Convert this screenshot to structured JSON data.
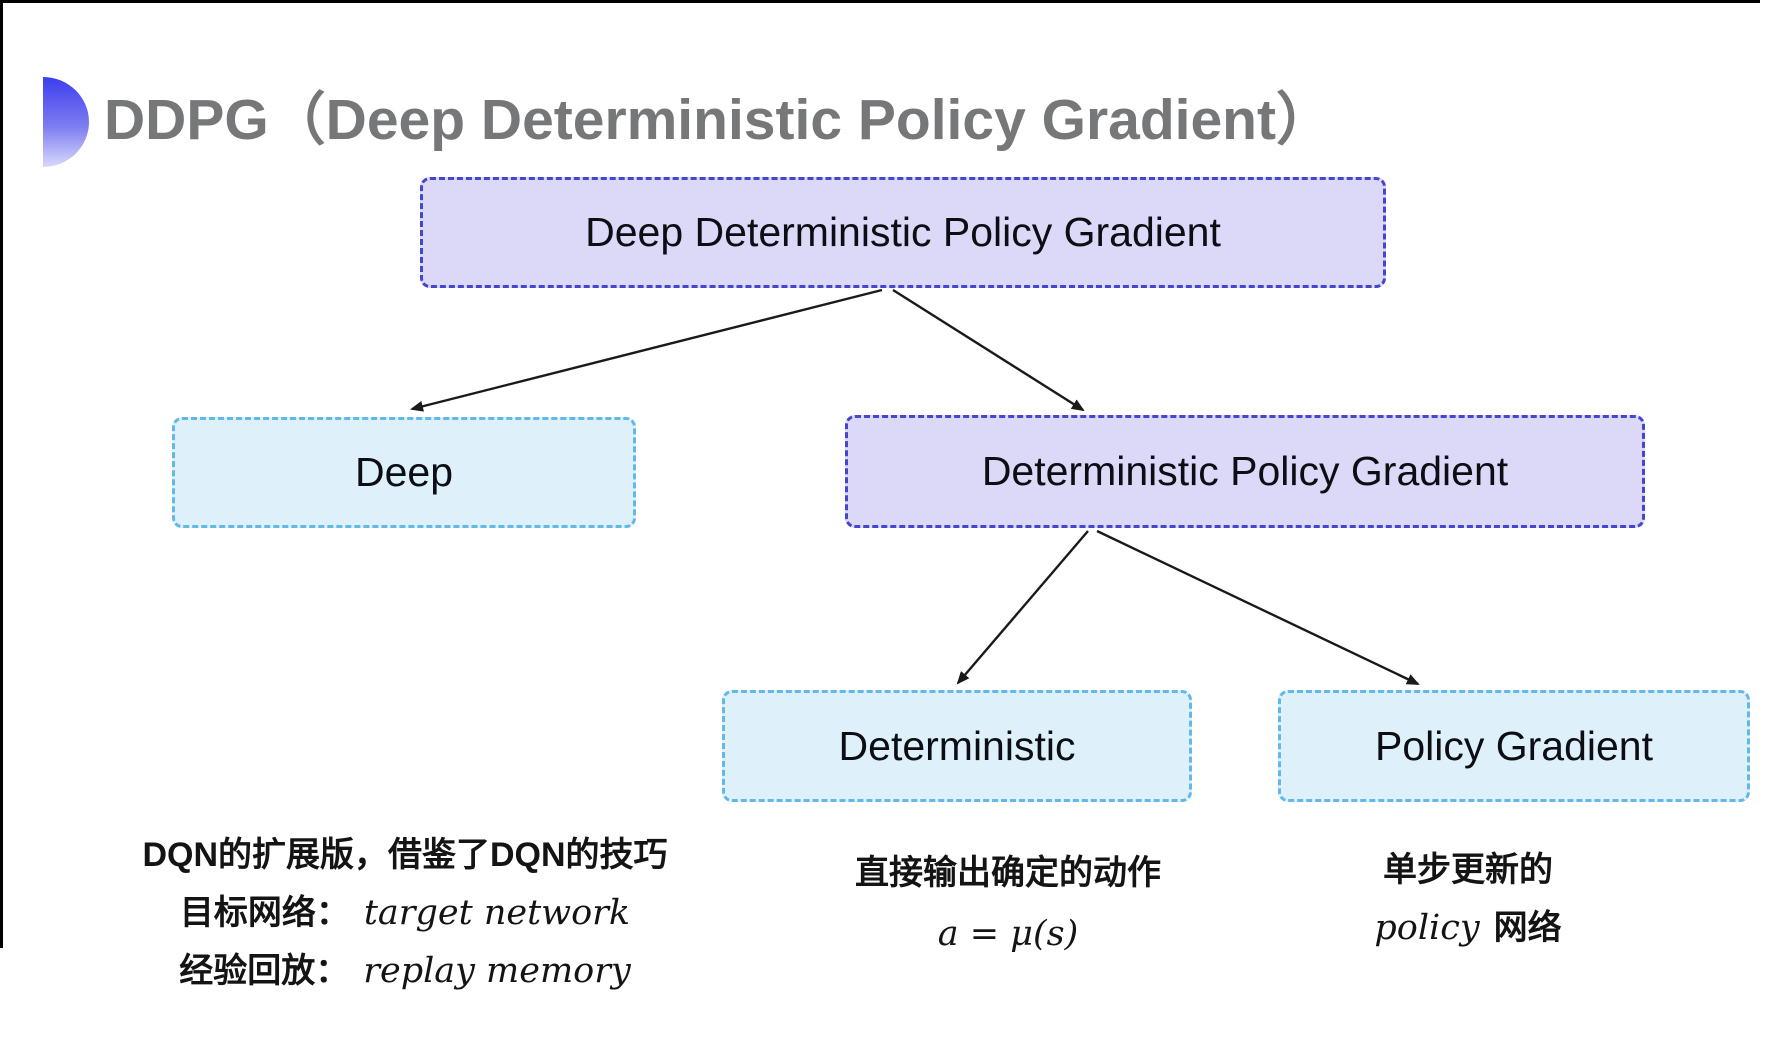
{
  "title": {
    "text": "DDPG（Deep Deterministic Policy Gradient）",
    "color": "#767779"
  },
  "bullet_icon": {
    "name": "gradient-half-circle",
    "color_top": "#3d3dee",
    "color_bottom": "#d9d9fb"
  },
  "diagram": {
    "nodes": [
      {
        "id": "root",
        "label": "Deep Deterministic Policy Gradient",
        "variant": "purple"
      },
      {
        "id": "deep",
        "label": "Deep",
        "variant": "cyan"
      },
      {
        "id": "dpg",
        "label": "Deterministic Policy Gradient",
        "variant": "purple"
      },
      {
        "id": "deterministic",
        "label": "Deterministic",
        "variant": "cyan"
      },
      {
        "id": "policy-gradient",
        "label": "Policy Gradient",
        "variant": "cyan"
      }
    ],
    "edges": [
      {
        "from": "root",
        "to": "deep"
      },
      {
        "from": "root",
        "to": "dpg"
      },
      {
        "from": "dpg",
        "to": "deterministic"
      },
      {
        "from": "dpg",
        "to": "policy-gradient"
      }
    ],
    "colors": {
      "purple_fill": "#dbd8f8",
      "purple_border": "#4545cd",
      "cyan_fill": "#def1fb",
      "cyan_border": "#63b8e8",
      "edge": "#1a1a1a"
    }
  },
  "notes": {
    "left": {
      "line1": "DQN的扩展版，借鉴了DQN的技巧",
      "line2_label": "目标网络：",
      "line2_value": "target network",
      "line3_label": "经验回放：",
      "line3_value": "replay memory"
    },
    "middle": {
      "line1": "直接输出确定的动作",
      "formula": "a = μ(s)"
    },
    "right": {
      "line1": "单步更新的",
      "line2_value": "policy",
      "line2_suffix": "网络"
    }
  }
}
